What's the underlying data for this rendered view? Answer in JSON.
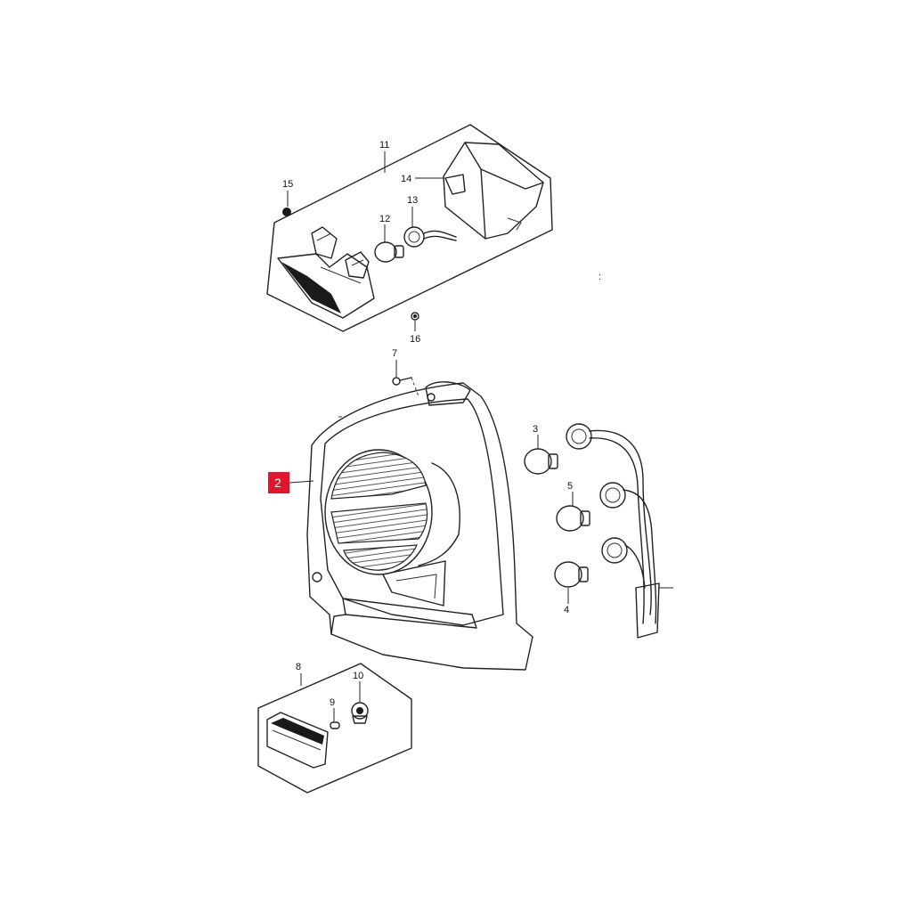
{
  "callouts": {
    "c2": "2",
    "c3": "3",
    "c4": "4",
    "c5": "5",
    "c7": "7",
    "c8": "8",
    "c9": "9",
    "c10": "10",
    "c11": "11",
    "c12": "12",
    "c13": "13",
    "c14": "14",
    "c15": "15",
    "c16": "16"
  },
  "colors": {
    "highlight": "#e0162b",
    "line": "#222222",
    "background": "#ffffff"
  }
}
